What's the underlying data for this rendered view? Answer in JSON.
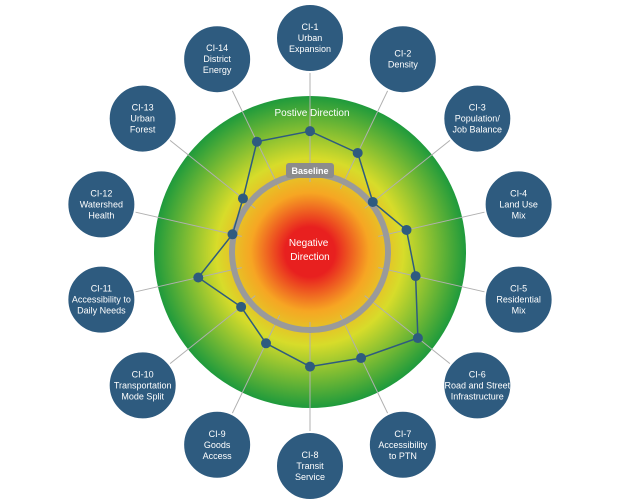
{
  "diagram": {
    "positive_label": "Postive Direction",
    "baseline_label": "Baseline",
    "negative_label": [
      "Negative",
      "Direction"
    ],
    "colors": {
      "node_fill": "#2e5b7f",
      "node_stroke": "#ffffff",
      "spoke": "#b0b0b0",
      "web_line": "#2e5b7f",
      "baseline_ring": "#9a9a9a",
      "baseline_tag": "#8c8c8c",
      "gradient_center": "#e8201f",
      "gradient_mid": "#f6a623",
      "gradient_yellow": "#d7dc2a",
      "gradient_edge": "#1e9a3c"
    },
    "indicators": [
      {
        "lines": [
          "CI-1",
          "Urban",
          "Expansion"
        ],
        "score": 0.78
      },
      {
        "lines": [
          "CI-2",
          "Density"
        ],
        "score": 0.64
      },
      {
        "lines": [
          "CI-3",
          "Population/",
          "Job Balance"
        ],
        "score": 0.26
      },
      {
        "lines": [
          "CI-4",
          "Land Use",
          "Mix"
        ],
        "score": 0.5
      },
      {
        "lines": [
          "CI-5",
          "Residential",
          "Mix"
        ],
        "score": 0.62
      },
      {
        "lines": [
          "CI-6",
          "Road and Street",
          "Infrastructure"
        ],
        "score": 1.0
      },
      {
        "lines": [
          "CI-7",
          "Accessibility",
          "to PTN"
        ],
        "score": 0.74
      },
      {
        "lines": [
          "CI-8",
          "Transit",
          "Service"
        ],
        "score": 0.7
      },
      {
        "lines": [
          "CI-9",
          "Goods",
          "Access"
        ],
        "score": 0.53
      },
      {
        "lines": [
          "CI-10",
          "Transportation",
          "Mode Split"
        ],
        "score": 0.36
      },
      {
        "lines": [
          "CI-11",
          "Accessibility to",
          "Daily Needs"
        ],
        "score": 0.7
      },
      {
        "lines": [
          "CI-12",
          "Watershed",
          "Health"
        ],
        "score": 0.25
      },
      {
        "lines": [
          "CI-13",
          "Urban",
          "Forest"
        ],
        "score": 0.33
      },
      {
        "lines": [
          "CI-14",
          "District",
          "Energy"
        ],
        "score": 0.8
      }
    ]
  }
}
